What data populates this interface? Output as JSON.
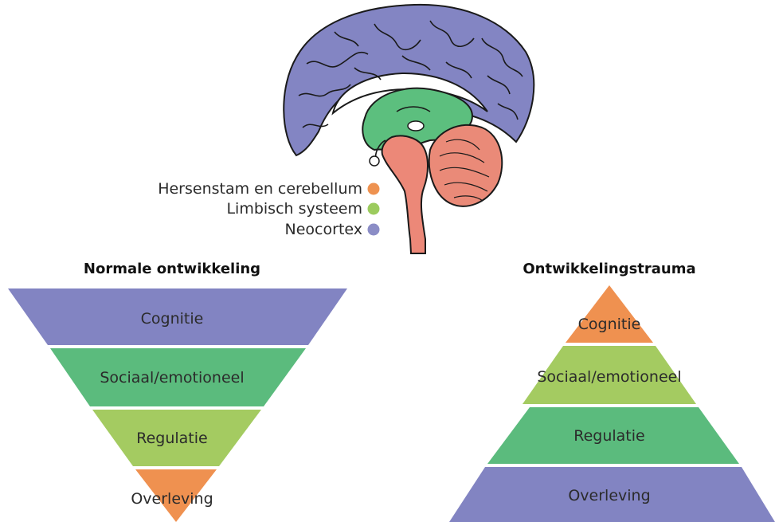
{
  "colors": {
    "brainstem": "#ee9250",
    "limbic": "#9ccb5e",
    "neocortex": "#8b8dc6",
    "cortex_fill": "#8385c3",
    "limbic_fill": "#5cbf7e",
    "stem_fill": "#ec8878",
    "cerebellum_fill": "#ea8a78",
    "outline": "#1a1a1a",
    "pyr_purple": "#8284c2",
    "pyr_green": "#5bbb7d",
    "pyr_lightgreen": "#a4cb61",
    "pyr_orange": "#ef9150"
  },
  "legend": [
    {
      "label": "Hersenstam en cerebellum",
      "color_key": "brainstem"
    },
    {
      "label": "Limbisch systeem",
      "color_key": "limbic"
    },
    {
      "label": "Neocortex",
      "color_key": "neocortex"
    }
  ],
  "left": {
    "title": "Normale ontwikkeling",
    "levels": [
      {
        "label": "Cognitie",
        "color_key": "pyr_purple"
      },
      {
        "label": "Sociaal/emotioneel",
        "color_key": "pyr_green"
      },
      {
        "label": "Regulatie",
        "color_key": "pyr_lightgreen"
      },
      {
        "label": "Overleving",
        "color_key": "pyr_orange"
      }
    ]
  },
  "right": {
    "title": "Ontwikkelingstrauma",
    "levels": [
      {
        "label": "Cognitie",
        "color_key": "pyr_orange"
      },
      {
        "label": "Sociaal/emotioneel",
        "color_key": "pyr_lightgreen"
      },
      {
        "label": "Regulatie",
        "color_key": "pyr_green"
      },
      {
        "label": "Overleving",
        "color_key": "pyr_purple"
      }
    ]
  }
}
